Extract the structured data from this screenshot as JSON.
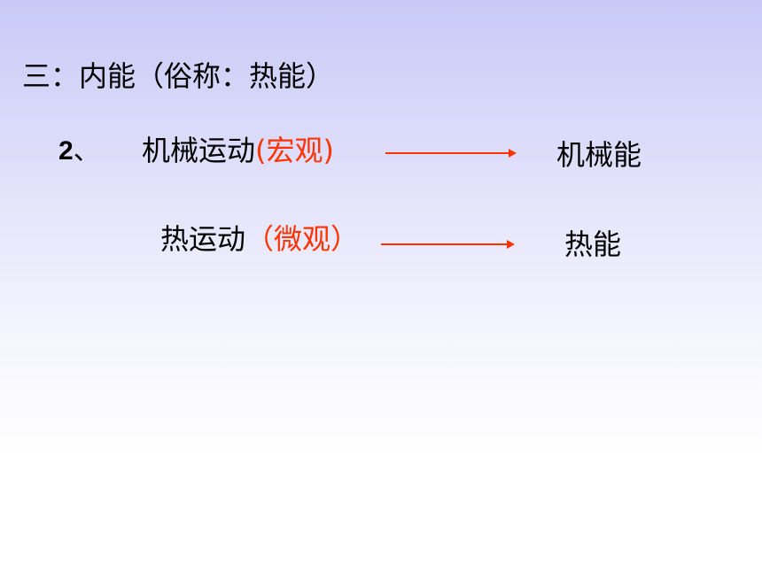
{
  "slide": {
    "heading": "三：内能（俗称：热能）",
    "item_number": "2",
    "item_separator": "、",
    "rows": [
      {
        "motion": "机械运动",
        "scale": "(宏观)",
        "energy": "机械能"
      },
      {
        "motion": "热运动",
        "scale": "（微观）",
        "energy": "热能"
      }
    ]
  },
  "colors": {
    "accent": "#ff3300",
    "text": "#000000",
    "background_top": "#c9c9f7",
    "background_bottom": "#ffffff"
  }
}
